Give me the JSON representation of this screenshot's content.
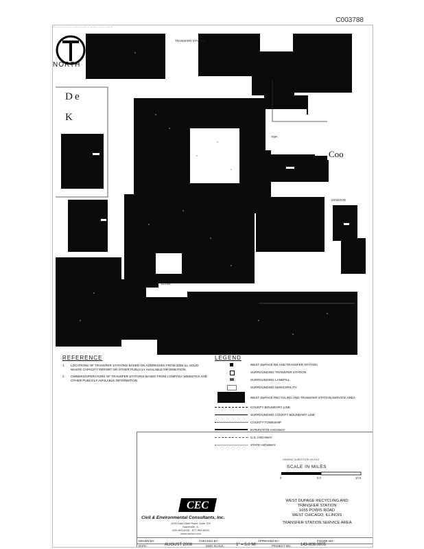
{
  "doc_id": "C003788",
  "compass": {
    "label": "NORTH"
  },
  "counties": {
    "west_1": "D",
    "west_2": "e",
    "west_3": "K",
    "east": "Coo"
  },
  "map_labels": {
    "top_box": "TRANSFER STATION",
    "label_a": "ELGIN",
    "label_b": "TOP.",
    "label_c": "OKWOOD"
  },
  "reference": {
    "title": "REFERENCE",
    "items": [
      {
        "num": "1.",
        "text": "LOCATIONS OF TRANSFER STATIONS BASED ON ADDRESSES FROM 2005 ILL SOLID WASTE CAPACITY REPORT OR OTHER PUBLICLY AVAILABLE INFORMATION."
      },
      {
        "num": "2.",
        "text": "OWNERS/OPERATORS OF TRANSFER STATIONS BASED FROM COMPANY WEBSITES AND OTHER PUBLICLY AVAILABLE INFORMATION."
      }
    ]
  },
  "legend": {
    "title": "LEGEND",
    "items": [
      "WEST DuPAGE RE AND TRANSFER STATION",
      "SURROUNDING TRANSFER STATION",
      "SURROUNDING LANDFILL",
      "SURROUNDING MUNICIPALITY",
      "WEST DuPAGE RECYCLING AND TRANSFER STATION SERVICE AREA",
      "COUNTY BOUNDARY LINE",
      "SURROUNDING COUNTY BOUNDARY LINE",
      "COUNTY TOWNSHIP",
      "INTERSTATE HIGHWAY",
      "U.S. HIGHWAY",
      "STATE HIGHWAY"
    ]
  },
  "titleblock": {
    "logo_text": "CEC",
    "company": "Civil & Environmental Consultants, Inc.",
    "address_1": "1230 East Diehl Road, Suite 200",
    "address_2": "Naperville, IL",
    "address_3": "630-963-6026 · 877-963-6026",
    "address_4": "www.cecinc.com",
    "scale_note": "GRAPHIC SUBSTITUTE ON FILE",
    "scale_title": "SCALE IN MILES",
    "scale_ticks": [
      "0",
      "5.0",
      "10.0"
    ],
    "project_lines": [
      "WEST DUPAGE RECYCLING AND",
      "TRANSFER STATION",
      "1655 POWIS ROAD",
      "WEST CHICAGO, ILLINOIS"
    ],
    "drawing_title": "TRANSFER STATION SERVICE AREA",
    "drawn_by_label": "DRAWN BY:",
    "checked_label": "CHECKED BY:",
    "approved_label": "APPROVED BY:",
    "figure_label": "FIGURE NO.:",
    "date_label": "DATE:",
    "date_value": "AUGUST 2008",
    "dwg_scale_label": "DWG SCALE:",
    "dwg_scale_value": "1\" = 5.0 MI",
    "project_no_label": "PROJECT NO.:",
    "project_no_value": "143-808.0005"
  }
}
